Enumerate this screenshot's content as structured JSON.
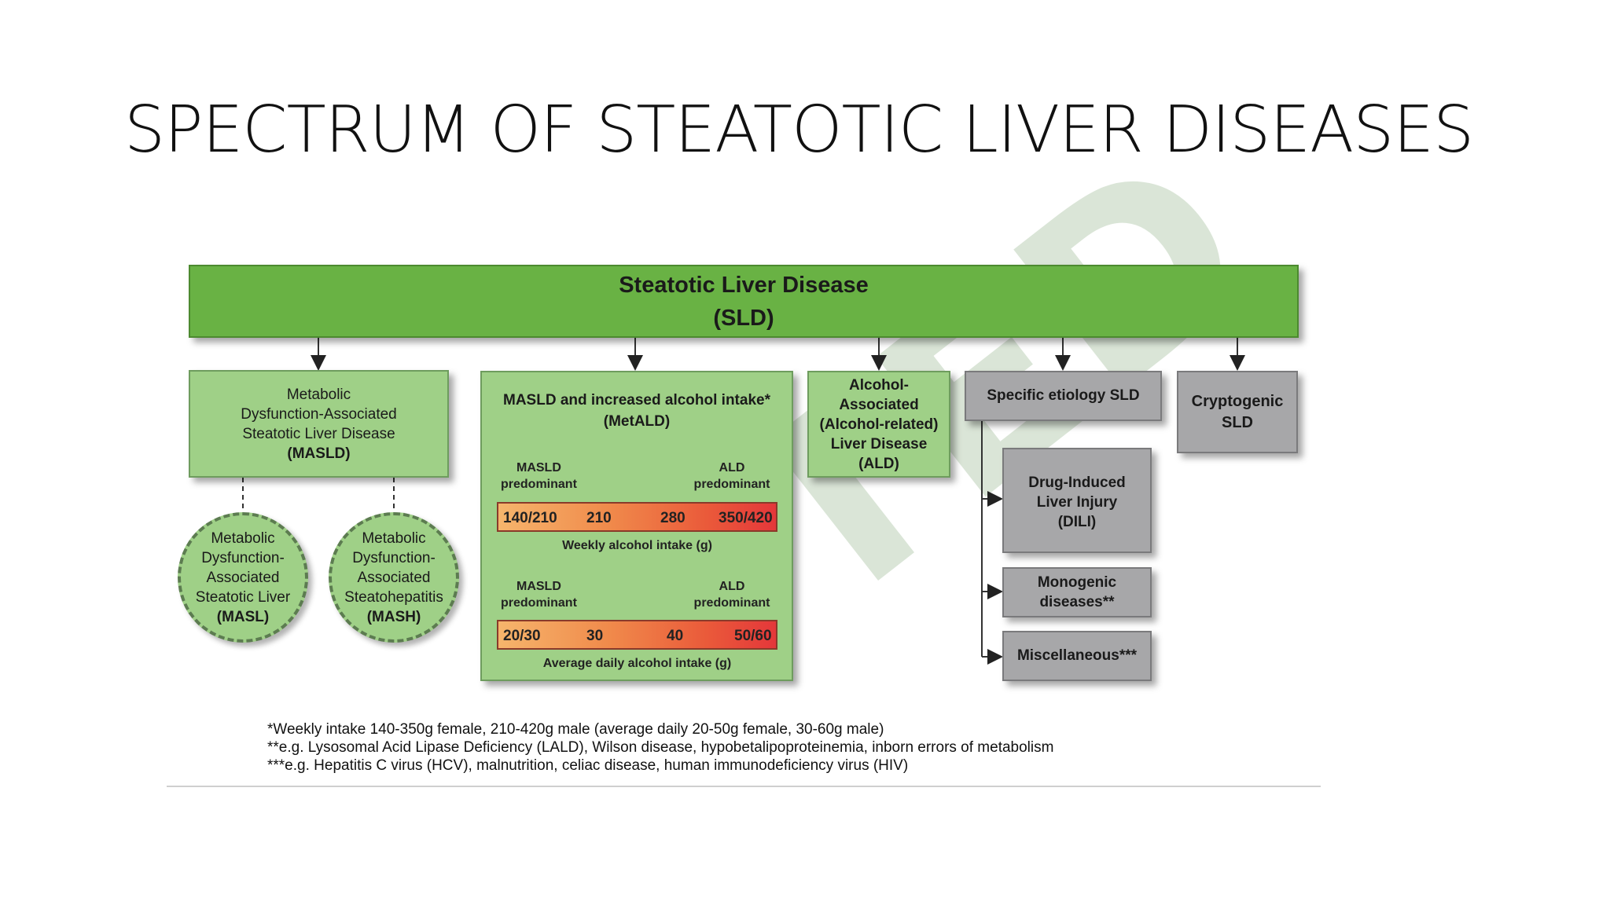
{
  "slide": {
    "title": "SPECTRUM OF STEATOTIC LIVER DISEASES"
  },
  "diagram": {
    "root": {
      "line1": "Steatotic Liver Disease",
      "line2": "(SLD)"
    },
    "masld": {
      "line1": "Metabolic",
      "line2": "Dysfunction-Associated",
      "line3": "Steatotic Liver Disease",
      "line4": "(MASLD)"
    },
    "masl": {
      "line1": "Metabolic",
      "line2": "Dysfunction-",
      "line3": "Associated",
      "line4": "Steatotic Liver",
      "line5": "(MASL)"
    },
    "mash": {
      "line1": "Metabolic",
      "line2": "Dysfunction-",
      "line3": "Associated",
      "line4": "Steatohepatitis",
      "line5": "(MASH)"
    },
    "metald": {
      "title1": "MASLD and increased alcohol intake*",
      "title2": "(MetALD)",
      "weekly": {
        "left_label1": "MASLD",
        "left_label2": "predominant",
        "right_label1": "ALD",
        "right_label2": "predominant",
        "ticks": [
          "140/210",
          "210",
          "280",
          "350/420"
        ],
        "axis_label": "Weekly alcohol intake (g)"
      },
      "daily": {
        "left_label1": "MASLD",
        "left_label2": "predominant",
        "right_label1": "ALD",
        "right_label2": "predominant",
        "ticks": [
          "20/30",
          "30",
          "40",
          "50/60"
        ],
        "axis_label": "Average daily alcohol intake (g)"
      }
    },
    "ald": {
      "line1": "Alcohol-",
      "line2": "Associated",
      "line3": "(Alcohol-related)",
      "line4": "Liver Disease",
      "line5": "(ALD)"
    },
    "specific": {
      "label": "Specific etiology SLD"
    },
    "cryptogenic": {
      "line1": "Cryptogenic",
      "line2": "SLD"
    },
    "dili": {
      "line1": "Drug-Induced",
      "line2": "Liver Injury",
      "line3": "(DILI)"
    },
    "monogenic": {
      "line1": "Monogenic",
      "line2": "diseases**"
    },
    "misc": {
      "label": "Miscellaneous***"
    },
    "footnotes": [
      "*Weekly intake 140-350g female, 210-420g male (average daily 20-50g female, 30-60g male)",
      "**e.g. Lysosomal Acid Lipase Deficiency (LALD), Wilson disease, hypobetalipoproteinemia, inborn errors of metabolism",
      "***e.g. Hepatitis C virus (HCV), malnutrition, celiac disease, human immunodeficiency virus (HIV)"
    ],
    "watermark": "TED",
    "colors": {
      "root_green": "#69b244",
      "box_green": "#9fd087",
      "box_gray": "#a7a7a9",
      "bar_start": "#f6b56c",
      "bar_end": "#e4373a"
    }
  }
}
